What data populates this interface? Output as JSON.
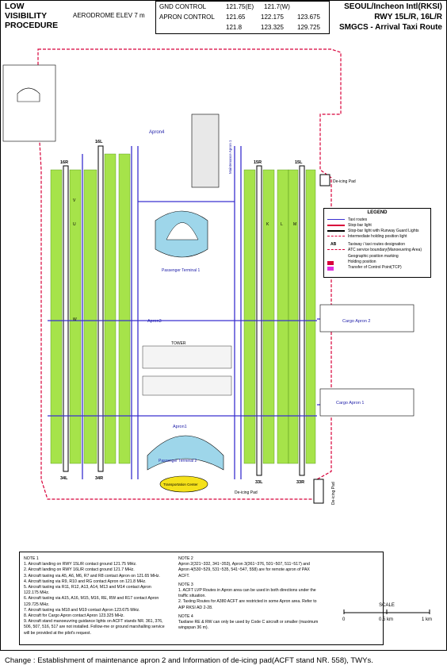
{
  "header": {
    "title_lines": [
      "LOW",
      "VISIBILITY",
      "PROCEDURE"
    ],
    "elevation": "AERODROME ELEV 7 m",
    "frequencies": {
      "gnd_label": "GND  CONTROL",
      "gnd_values": [
        "121.75(E)",
        "121.7(W)"
      ],
      "apron_label": "APRON CONTROL",
      "apron_values_row1": [
        "121.65",
        "122.175",
        "123.675"
      ],
      "apron_values_row2": [
        "121.8",
        "123.325",
        "129.725"
      ]
    },
    "airport": "SEOUL/Incheon Intl(RKSI)",
    "runways": "RWY 15L/R, 16L/R",
    "chart_name": "SMGCS - Arrival Taxi Route"
  },
  "map": {
    "runway_labels": {
      "r15r": "15R",
      "r15l": "15L",
      "r16r": "16R",
      "r16l": "16L",
      "r33l": "33L",
      "r33r": "33R",
      "r34l": "34L",
      "r34r": "34R"
    },
    "labels": {
      "apron4": "Apron4",
      "maint_apron": "Maintenance Apron 1",
      "deicing_ne": "De-icing Pad",
      "deicing_s": "De-icing Pad",
      "deicing_se": "De-icing Pad",
      "terminal1": "Passenger Terminal 1",
      "terminal2": "Passenger Terminal 2",
      "apron3": "Apron3",
      "apron1": "Apron1",
      "tower": "TOWER",
      "cargo2": "Cargo Apron 2",
      "cargo1": "Cargo Apron 1",
      "transport": "Transportation Center"
    },
    "letters_left": [
      "V",
      "U",
      "W"
    ],
    "letters_right": [
      "K",
      "L",
      "M"
    ]
  },
  "legend": {
    "title": "LEGEND",
    "items": [
      "Taxi routes",
      "Stop-bar light",
      "Stop-bar light with Runway Guard Lights",
      "Intermediate holding position light",
      "Taxiway / taxi routes designation",
      "ATC service boundary(Manoeuvring Area)",
      "Geographic position marking",
      "Holding position",
      "Transfer of Control Point(TCP)"
    ],
    "ab_label": "AB"
  },
  "notes": {
    "note1_title": "NOTE 1",
    "note1": [
      "1. Aircraft landing on RWY 15L/R contact ground 121.75 MHz.",
      "2. Aircraft landing on RWY 16L/R contact ground 121.7 MHz.",
      "3. Aircraft taxiing via A5, A6, M6, R7 and R8 contact Apron on 121.65 MHz.",
      "4. Aircraft taxiing via R9, R10 and RG contact Apron on 121.8 MHz.",
      "5. Aircraft taxiing via R11, R12, A13, A14, M13 and M14 contact Apron 122.175 MHz.",
      "6. Aircraft taxiing via A15, A16, M15, M16, RE, RW and R17 contact Apron 129.725 MHz.",
      "7. Aircraft taxiing via M18 and M19 contact Apron 123.675 MHz.",
      "8. Aircraft for Cargo Apron contact Apron 123.325 MHz.",
      "9. Aircraft stand manoeuvring guidance lights on ACFT stands NR. 361, 376, 506, 507, 516, 517 are not installed. Follow-me or ground marshalling service will be provided at the pilot's request."
    ],
    "note2_title": "NOTE 2",
    "note2": "Apron 2(321~332, 341~353), Apron 3(361~376, 501~507, 511~517) and Apron 4(530~529, 531~535, 541~547, 558) are for remote apron of PAX ACFT.",
    "note3_title": "NOTE 3",
    "note3": [
      "1. ACFT LVP Routes in Apron area can be used in both directions under the traffic situation.",
      "2. Taxiing Routes for A380 ACFT are restricted in some Apron area. Refer to AIP RKSI AD 2-28."
    ],
    "note4_title": "NOTE 4",
    "note4": "Taxilane RE & RW can only be used by Code C aircraft or smaller (maximum wingspan 36 m)."
  },
  "scale": {
    "title": "SCALE",
    "ticks": [
      "0",
      "0.5 km",
      "1 km"
    ]
  },
  "footer": "Change : Establishment of maintenance apron 2 and Information of de-icing pad(ACFT stand NR. 558), TWYs.",
  "colors": {
    "grass": "#a6e34a",
    "route": "#3a30d0",
    "boundary": "#d8003a",
    "apron_text": "#2222aa",
    "terminal": "#9ed6ea",
    "transport": "#f5e11a"
  }
}
